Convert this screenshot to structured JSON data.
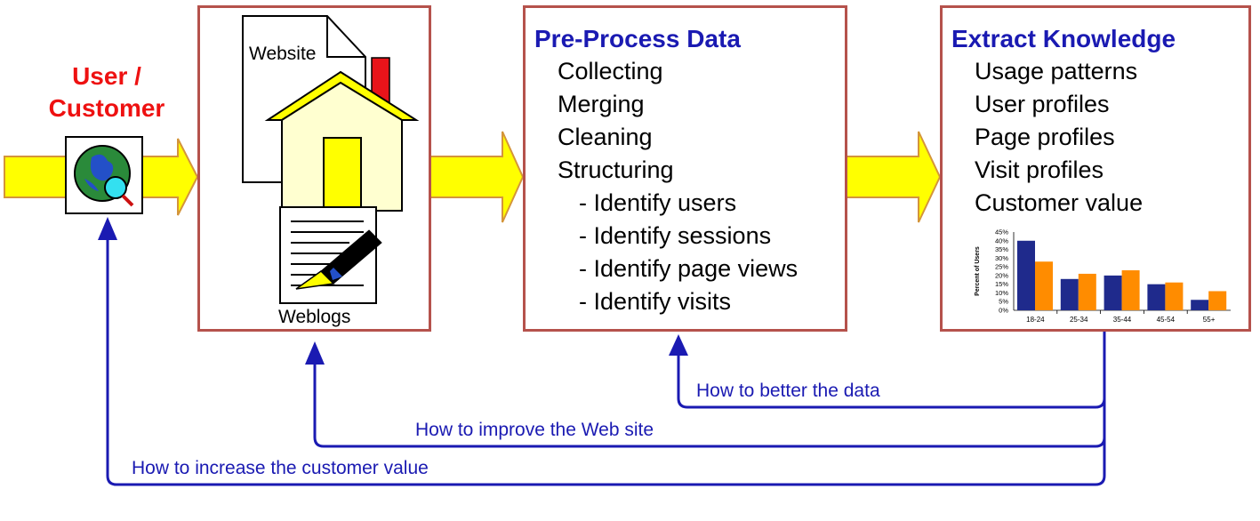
{
  "user": {
    "label_line1": "User /",
    "label_line2": "Customer"
  },
  "website_box": {
    "document_label": "Website",
    "weblog_label": "Weblogs"
  },
  "preprocess": {
    "title": "Pre-Process Data",
    "items": [
      "Collecting",
      "Merging",
      "Cleaning",
      "Structuring"
    ],
    "subitems": [
      "- Identify users",
      "- Identify sessions",
      "- Identify page views",
      "- Identify visits"
    ]
  },
  "extract": {
    "title": "Extract Knowledge",
    "items": [
      "Usage patterns",
      "User profiles",
      "Page profiles",
      "Visit profiles",
      "Customer value"
    ]
  },
  "feedback": {
    "better_data": "How to better the data",
    "improve_site": "How to improve the Web site",
    "increase_value": "How to increase the customer value"
  },
  "colors": {
    "box_border": "#b5524c",
    "title_blue": "#1a1ab2",
    "user_red": "#ee1111",
    "arrow_yellow": "#ffff00",
    "arrow_border": "#d4953a",
    "feedback_blue": "#1a1ab2",
    "bar_navy": "#1f2a8c",
    "bar_orange": "#ff8c00"
  },
  "chart_data": {
    "type": "bar",
    "ylabel": "Percent of Users",
    "categories": [
      "18-24",
      "25-34",
      "35-44",
      "45-54",
      "55+"
    ],
    "series": [
      {
        "values": [
          40,
          18,
          20,
          15,
          6
        ]
      },
      {
        "values": [
          28,
          21,
          23,
          16,
          11
        ]
      }
    ],
    "ylim": [
      0,
      45
    ],
    "yticks": [
      "0%",
      "5%",
      "10%",
      "15%",
      "20%",
      "25%",
      "30%",
      "35%",
      "40%",
      "45%"
    ],
    "grid": false
  }
}
